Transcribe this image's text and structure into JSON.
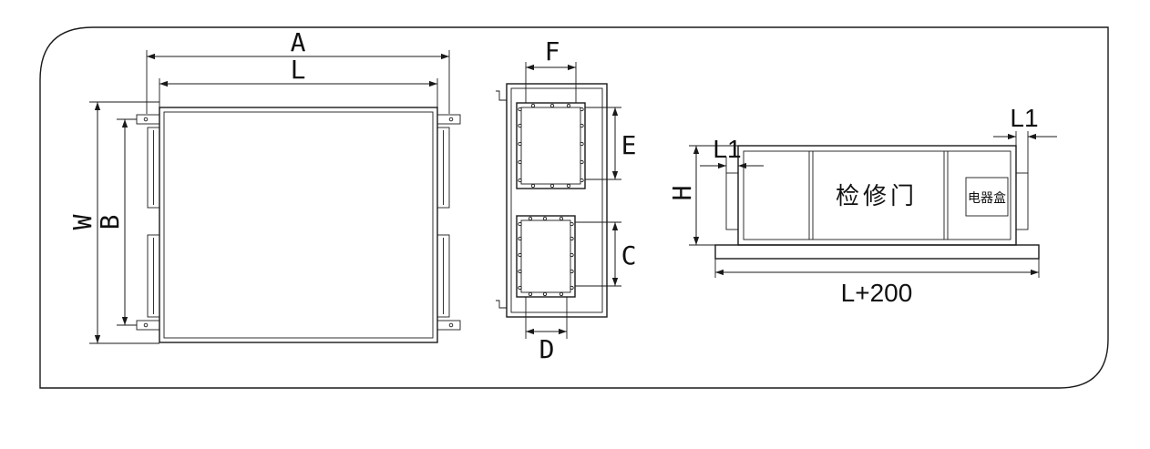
{
  "dimensions": {
    "a": "A",
    "l": "L",
    "w": "W",
    "b": "B",
    "f": "F",
    "e": "E",
    "c": "C",
    "d": "D",
    "h": "H",
    "l1": "L1",
    "l_plus": "L+200"
  },
  "side_view": {
    "access_door": "检修门",
    "electrical_box": "电器盒"
  }
}
